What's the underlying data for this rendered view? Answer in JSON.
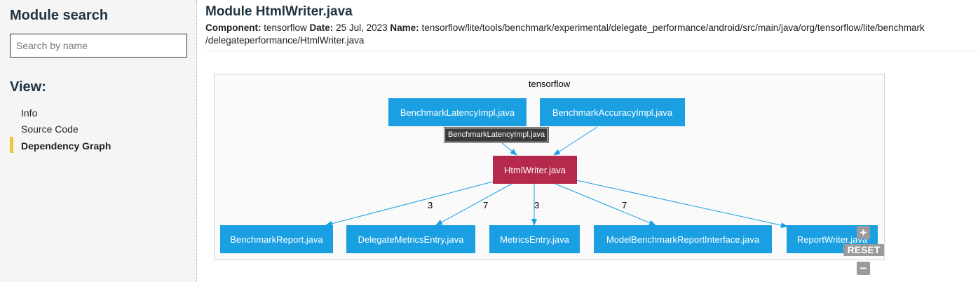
{
  "sidebar": {
    "heading": "Module search",
    "search_placeholder": "Search by name",
    "view_heading": "View:",
    "items": [
      {
        "label": "Info"
      },
      {
        "label": "Source Code"
      },
      {
        "label": "Dependency Graph",
        "active": true
      }
    ]
  },
  "header": {
    "title": "Module HtmlWriter.java",
    "component_label": "Component:",
    "component_value": "tensorflow",
    "date_label": "Date:",
    "date_value": "25 Jul, 2023",
    "name_label": "Name:",
    "name_value_line1": "tensorflow/lite/tools/benchmark/experimental/delegate_performance/android/src/main/java/org/tensorflow/lite/benchmark",
    "name_value_line2": "/delegateperformance/HtmlWriter.java"
  },
  "graph": {
    "cluster_label": "tensorflow",
    "nodes": {
      "latency": "BenchmarkLatencyImpl.java",
      "accuracy": "BenchmarkAccuracyImpl.java",
      "center": "HtmlWriter.java",
      "report": "BenchmarkReport.java",
      "delegate_metrics": "DelegateMetricsEntry.java",
      "metrics": "MetricsEntry.java",
      "model_report": "ModelBenchmarkReportInterface.java",
      "report_writer": "ReportWriter.java"
    },
    "edge_labels": {
      "report": "3",
      "delegate_metrics": "7",
      "metrics": "3",
      "model_report": "7"
    },
    "tooltip": "BenchmarkLatencyImpl.java",
    "colors": {
      "node": "#1aa0e2",
      "center_node": "#b5294c",
      "edge": "#1aa0e2"
    }
  },
  "controls": {
    "zoom_in": "+",
    "reset": "RESET",
    "zoom_out": "−"
  }
}
